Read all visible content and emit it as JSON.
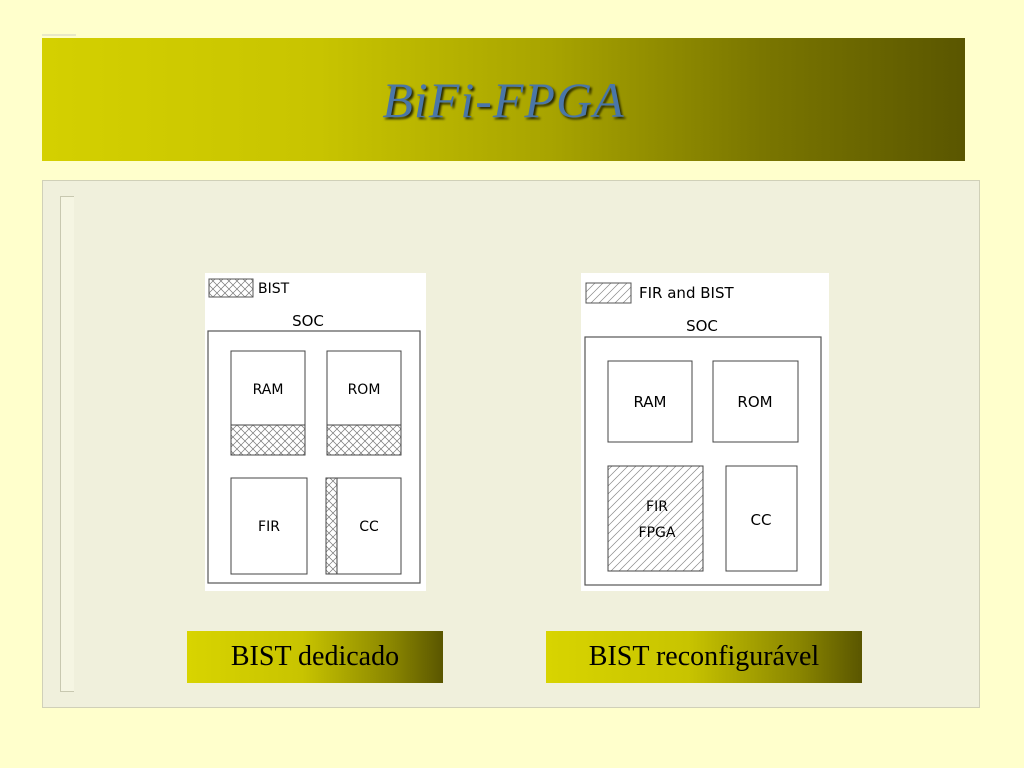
{
  "slide": {
    "title": "BiFi-FPGA"
  },
  "left_diagram": {
    "legend": "BIST",
    "soc": "SOC",
    "blocks": {
      "ram": "RAM",
      "rom": "ROM",
      "fir": "FIR",
      "cc": "CC"
    }
  },
  "right_diagram": {
    "legend": "FIR and BIST",
    "soc": "SOC",
    "blocks": {
      "ram": "RAM",
      "rom": "ROM",
      "fir_line1": "FIR",
      "fir_line2": "FPGA",
      "cc": "CC"
    }
  },
  "captions": {
    "left": "BIST dedicado",
    "right": "BIST reconfigurável"
  }
}
